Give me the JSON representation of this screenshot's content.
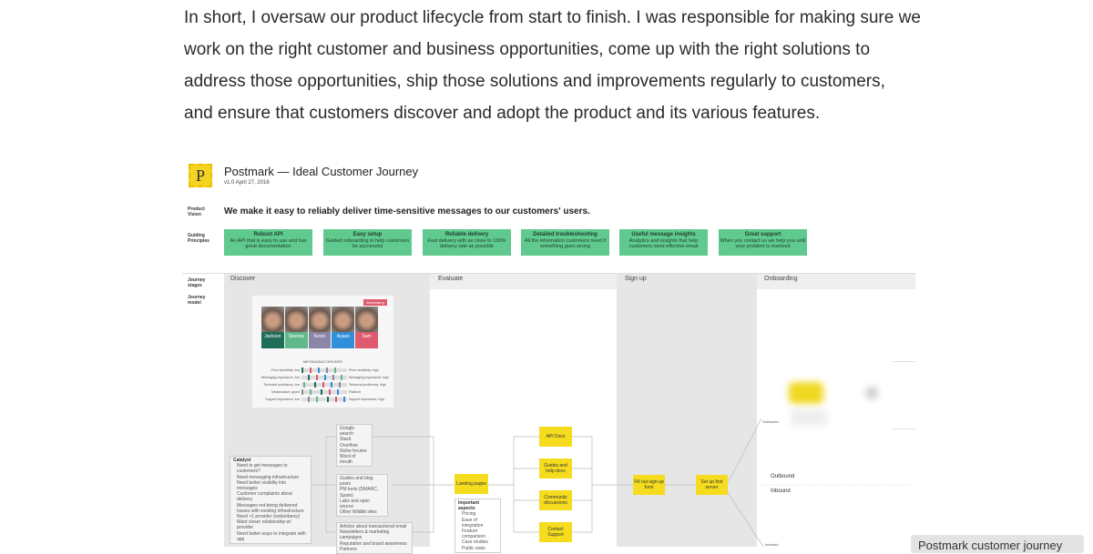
{
  "article": {
    "paragraph_lines": [
      "In short, I oversaw our product lifecycle from start to finish. I was responsible for making sure we",
      "work on the right customer and business opportunities, come up with the right solutions to",
      "address those opportunities, ship those solutions and improvements regularly to customers,",
      "and ensure that customers discover and adopt the product and its various features."
    ]
  },
  "diagram": {
    "logo_letter": "P",
    "title": "Postmark — Ideal Customer Journey",
    "version": "v1.0 April 27, 2016",
    "vision_label": "Product Vision",
    "vision": "We make it easy to reliably deliver time-sensitive messages to our customers' users.",
    "principles_label": "Guiding Principles",
    "principles": [
      {
        "title": "Robust API",
        "desc": "An API that is easy to use and has great documentation"
      },
      {
        "title": "Easy setup",
        "desc": "Guided onboarding to help customers be successful"
      },
      {
        "title": "Reliable delivery",
        "desc": "Fast delivery with as close to 100% delivery rate as possible"
      },
      {
        "title": "Detailed troubleshooting",
        "desc": "All the information customers need if something goes wrong"
      },
      {
        "title": "Useful message insights",
        "desc": "Analytics and insights that help customers send effective email"
      },
      {
        "title": "Great support",
        "desc": "When you contact us we help you until your problem is resolved"
      }
    ],
    "stages_label": "Journey stages",
    "model_label": "Journey model",
    "stages": [
      "Discover",
      "Evaluate",
      "Sign up",
      "Onboarding"
    ],
    "personas": {
      "badge": "Advertising",
      "drivers_title": "MESSAGING DRIVERS",
      "people": [
        {
          "name": "Jackson",
          "color": "#1e6e5a"
        },
        {
          "name": "Steema",
          "color": "#5fb98a"
        },
        {
          "name": "Kevin",
          "color": "#8a86a8"
        },
        {
          "name": "Ayaan",
          "color": "#2f8fd8"
        },
        {
          "name": "Sam",
          "color": "#e05a6e"
        }
      ],
      "drivers": [
        [
          "Price sensitivity: low",
          "Price sensitivity: high"
        ],
        [
          "Messaging importance: low",
          "Messaging importance: high"
        ],
        [
          "Technical proficiency: low",
          "Technical proficiency: high"
        ],
        [
          "Infrastructure: glued",
          "Platform"
        ],
        [
          "Support importance: low",
          "Support importance: high"
        ]
      ]
    },
    "catalyst": {
      "title": "Catalyst",
      "items": [
        "Need to get messages to customers?",
        "Need messaging infrastructure",
        "Need better visibility into messages",
        "Customer complaints about delivery",
        "Messages not being delivered",
        "Issues with existing infrastructure",
        "Need >1 provider (redundancy)",
        "Want closer relationship w/ provider",
        "Need better ways to integrate with app"
      ]
    },
    "sources": [
      [
        "Google search",
        "Stack Overflow",
        "Niche forums",
        "Word of mouth"
      ],
      [
        "Guides and blog posts",
        "PM tools (DMARC, Spam)",
        "Labs and open source",
        "Other Wildbit sites"
      ],
      [
        "Articles about transactional email",
        "Newsletters & marketing campaigns",
        "Reputation and brand awareness",
        "Partners"
      ]
    ],
    "landing": "Landing pages",
    "aspects": {
      "title": "Important aspects",
      "items": [
        "Pricing",
        "Ease of integration",
        "Feature comparison",
        "Case studies",
        "Public stats"
      ]
    },
    "evaluate_steps": [
      "API Docs",
      "Guides and help docs",
      "Community discussions",
      "Contact Support"
    ],
    "signup_steps": [
      "Fill out sign-up form",
      "Set up first server"
    ],
    "branches": {
      "outbound_small": "Outbound",
      "inbound_small": "Inbound",
      "outbound": "Outbound",
      "inbound": "Inbound"
    },
    "colors": {
      "principle": "#5fc98e",
      "step": "#f5dc1e",
      "column": "#e6e6e6"
    }
  },
  "caption": "Postmark customer journey"
}
